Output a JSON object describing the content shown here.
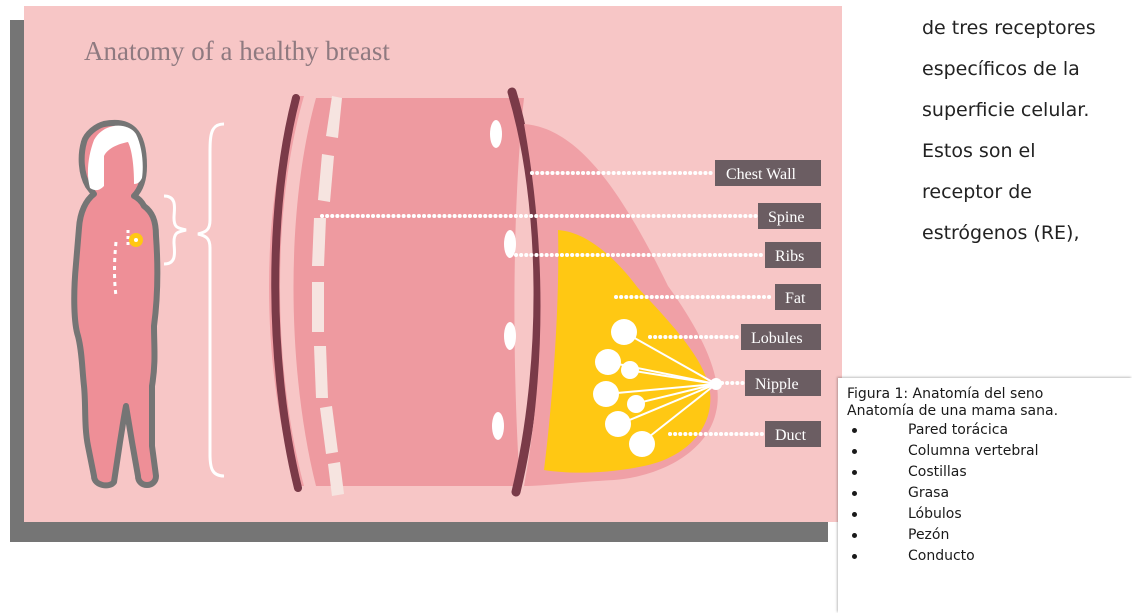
{
  "figure": {
    "title": "Anatomy of a healthy breast",
    "labels": [
      "Chest Wall",
      "Spine",
      "Ribs",
      "Fat",
      "Lobules",
      "Nipple",
      "Duct"
    ]
  },
  "side_text": {
    "lines": [
      "de tres receptores",
      "específicos de la",
      "superficie celular.",
      "Estos son el",
      "receptor de",
      "estrógenos (RE),"
    ]
  },
  "caption": {
    "line1": "Figura 1: Anatomía del seno",
    "line2": "Anatomía de una mama sana.",
    "items": [
      "Pared torácica",
      "Columna vertebral",
      "Costillas",
      "Grasa",
      "Lóbulos",
      "Pezón",
      "Conducto"
    ]
  },
  "colors": {
    "background": "#f7c6c6",
    "body": "#ee8f97",
    "muscle": "#7a3a48",
    "fat": "#ffc813",
    "label_bg": "#6b5d62",
    "shadow": "#757575"
  }
}
